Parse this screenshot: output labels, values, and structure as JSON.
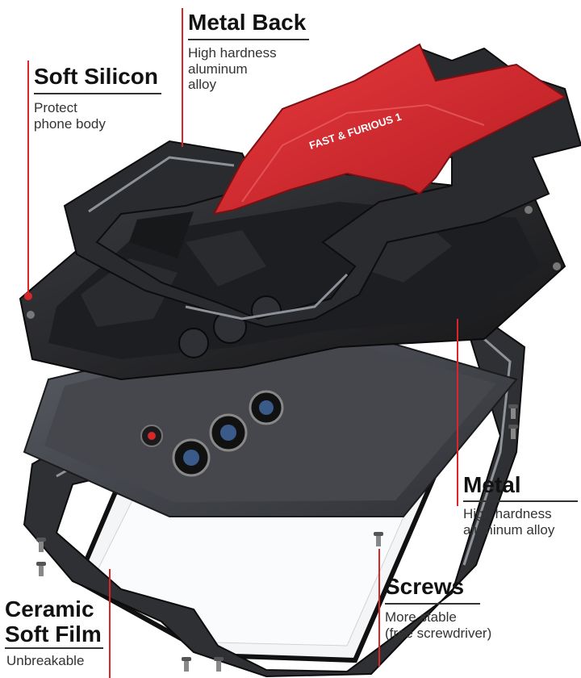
{
  "callouts": {
    "metal_back": {
      "title": "Metal Back",
      "desc": "High hardness\naluminum\nalloy"
    },
    "soft_silicon": {
      "title": "Soft Silicon",
      "desc": "Protect\nphone body"
    },
    "metal": {
      "title": "Metal",
      "desc": "High hardness\naluminum alloy"
    },
    "screws": {
      "title": "Screws",
      "desc": "More stable\n (free screwdriver)"
    },
    "ceramic_film": {
      "title": "Ceramic\nSoft Film",
      "desc": "Unbreakable"
    }
  },
  "product": {
    "engraving": "FAST & FURIOUS 1",
    "accent_color": "#d8262b",
    "frame_color": "#2b2b2e",
    "phone_color": "#4a4c52"
  }
}
